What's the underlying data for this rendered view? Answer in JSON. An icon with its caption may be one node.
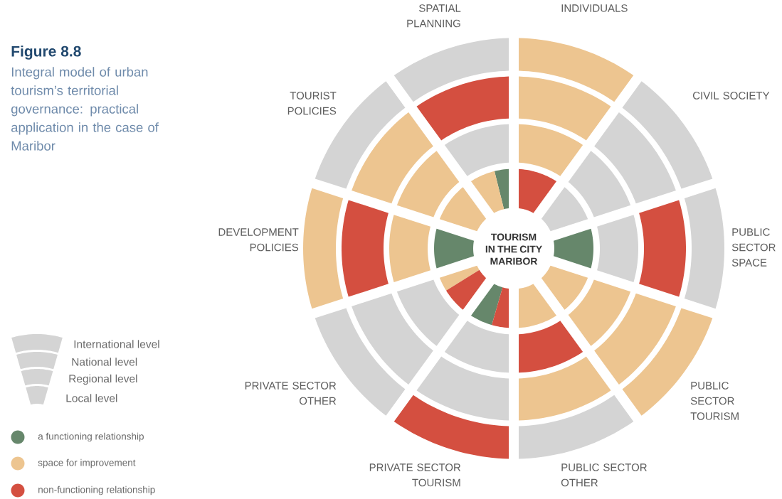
{
  "diagram": {
    "title": "Figure 8.8",
    "caption": "Integral model of urban tourism’s territorial governance: practical application in the case of Maribor",
    "nodes": [
      {
        "text": [
          "TOURISM IN THE CITY MARIBOR"
        ]
      }
    ],
    "labels": [
      "SPATIAL PLANNING",
      "INDIVIDUALS",
      "TOURIST POLICIES",
      "CIVIL SOCIETY",
      "DEVELOPMENT POLICIES",
      "PUBLIC SECTOR SPACE",
      "PRIVATE SECTOR OTHER",
      "PUBLIC SECTOR TOURISM",
      "PRIVATE SECTOR TOURISM",
      "PUBLIC SECTOR OTHER"
    ],
    "legend": [
      {
        "text": "International level"
      },
      {
        "text": "National level"
      },
      {
        "text": "Regional level"
      },
      {
        "text": "Local level"
      },
      {
        "text": "a functioning relationship",
        "color": "#66876b"
      },
      {
        "text": "space for improvement",
        "color": "#edc590"
      },
      {
        "text": "non-functioning relationship",
        "color": "#d44f40"
      }
    ]
  }
}
